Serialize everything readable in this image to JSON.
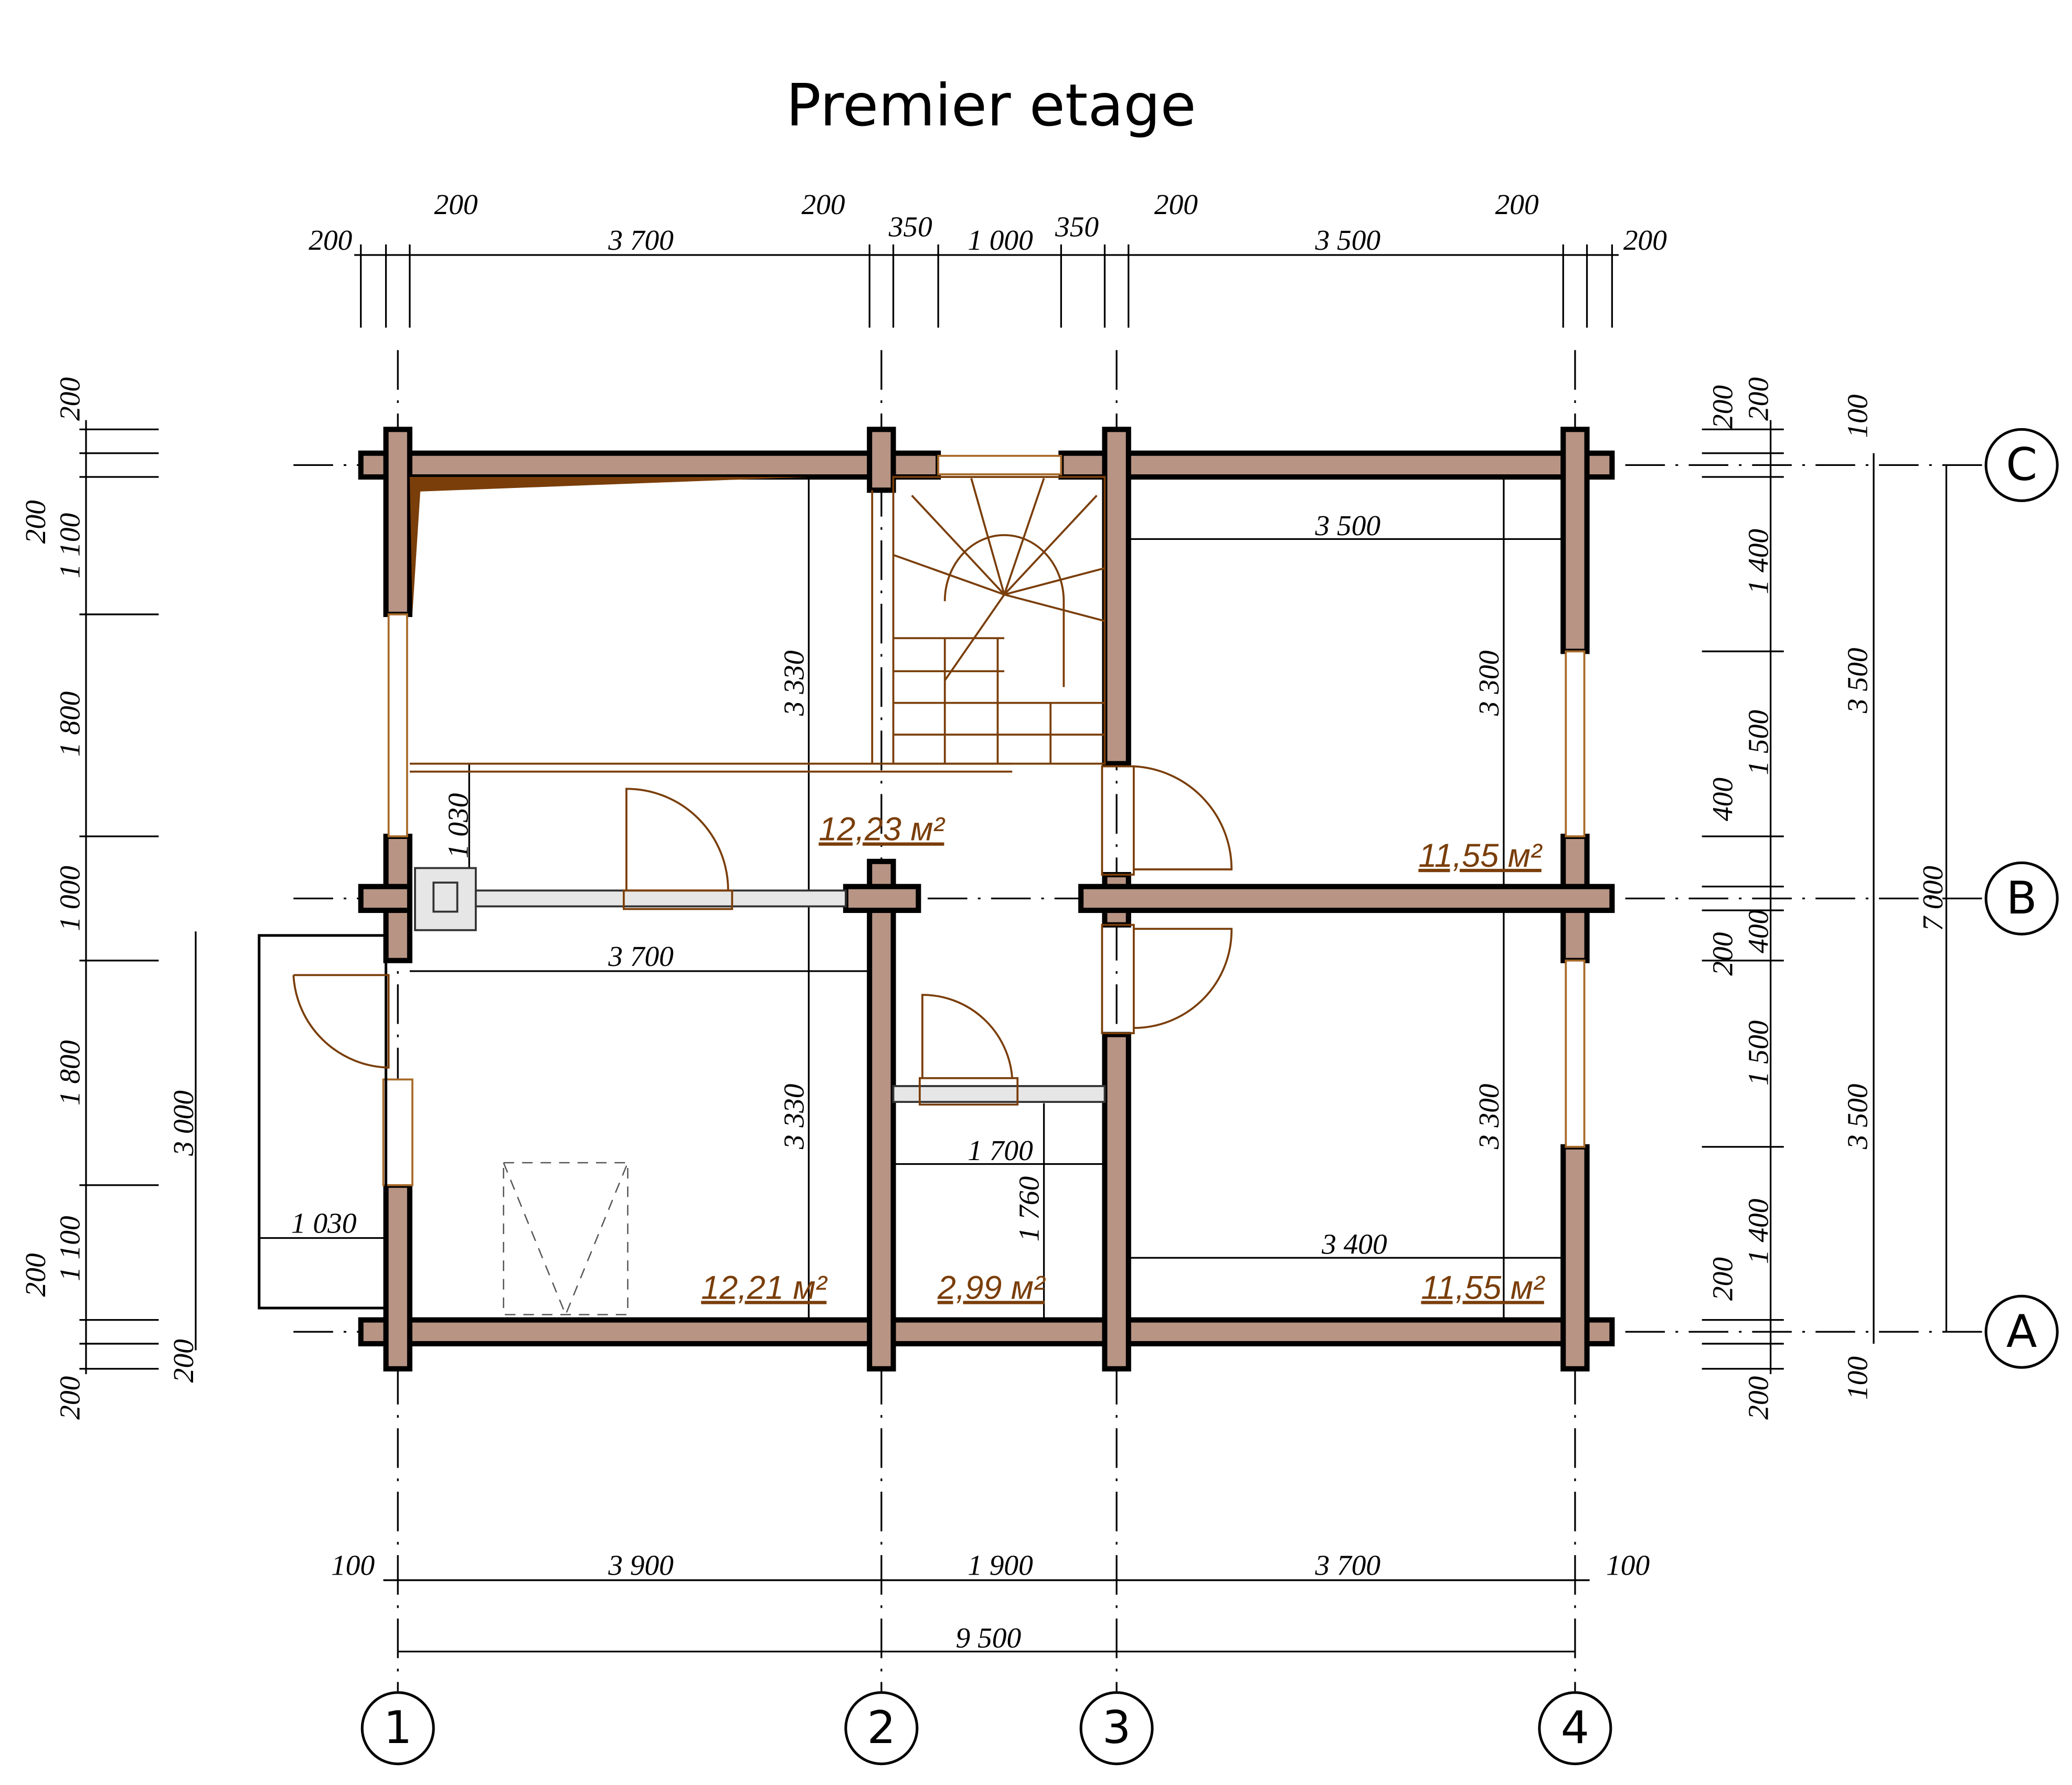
{
  "title": "Premier  etage",
  "top_dims": [
    "200",
    "200",
    "3 700",
    "200",
    "350",
    "1 000",
    "350",
    "200",
    "3 500",
    "200",
    "200"
  ],
  "bottom_dims": [
    "100",
    "3 900",
    "1 900",
    "3 700",
    "100",
    "9 500"
  ],
  "axes_x": [
    "1",
    "2",
    "3",
    "4"
  ],
  "axes_y": [
    "C",
    "B",
    "A"
  ],
  "left_dims": [
    "200",
    "200",
    "1 100",
    "1 800",
    "1 000",
    "1 800",
    "200",
    "1 100",
    "200",
    "3 000",
    "200"
  ],
  "right_dims": [
    "200",
    "200",
    "1 400",
    "1 500",
    "400",
    "200",
    "400",
    "1 500",
    "1 400",
    "200",
    "200",
    "100",
    "3 500",
    "3 500",
    "100",
    "7 000"
  ],
  "inner_dims": [
    "3 330",
    "3 330",
    "3 300",
    "3 300",
    "3 500",
    "3 700",
    "1 030",
    "1 700",
    "1 760",
    "1 030",
    "3 400"
  ],
  "areas": [
    "12,23 м²",
    "11,55 м²",
    "12,21 м²",
    "2,99 м²",
    "11,55 м²"
  ],
  "colors": {
    "wall": "#b89484",
    "wood": "#7a3e0a"
  }
}
